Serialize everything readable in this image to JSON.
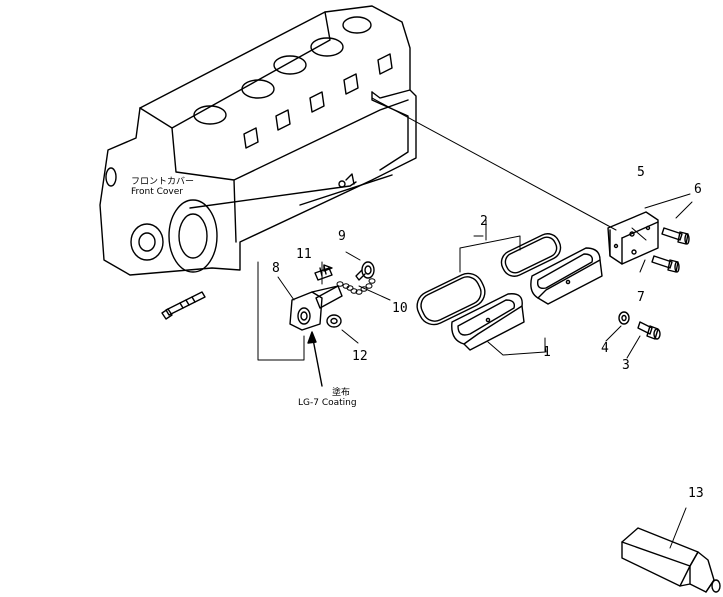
{
  "callouts": {
    "c1": "1",
    "c2": "2",
    "c3": "3",
    "c4": "4",
    "c5": "5",
    "c6": "6",
    "c7": "7",
    "c8": "8",
    "c9": "9",
    "c10": "10",
    "c11": "11",
    "c12": "12",
    "c13": "13"
  },
  "notes": {
    "front_cover_jp": "フロントカバー",
    "front_cover_en": "Front Cover",
    "coating_jp": "塗布",
    "coating_en": "LG-7  Coating"
  }
}
